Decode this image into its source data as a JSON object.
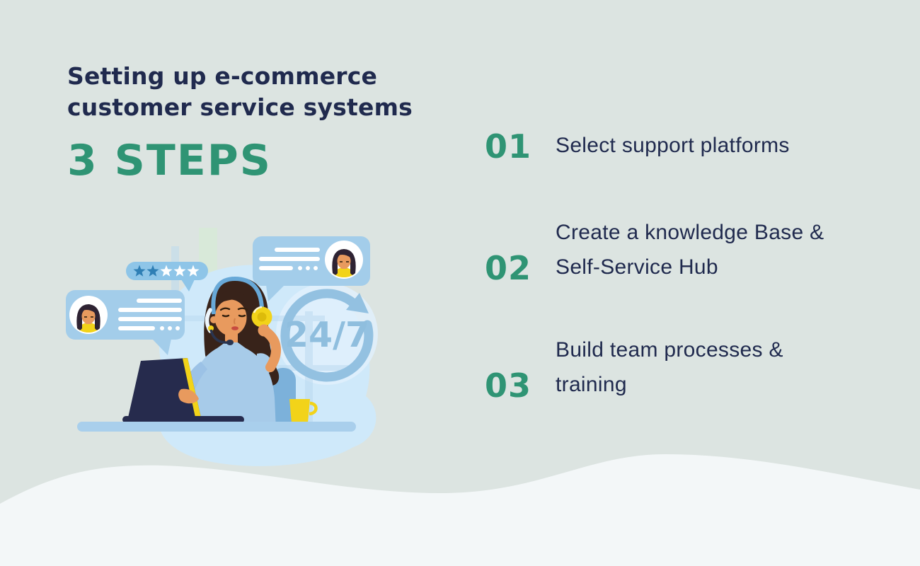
{
  "header": {
    "title_line1": "Setting up e-commerce",
    "title_line2": "customer service systems",
    "subtitle": "3 STEPS"
  },
  "steps": [
    {
      "number": "01",
      "label": "Select support platforms",
      "lines": [
        "Select support platforms"
      ]
    },
    {
      "number": "02",
      "label": "Create a knowledge Base & Self-Service Hub",
      "lines": [
        "Create a knowledge Base &",
        "Self-Service Hub"
      ]
    },
    {
      "number": "03",
      "label": "Build team processes & training",
      "lines": [
        "Build team processes &",
        "training"
      ]
    }
  ],
  "illustration": {
    "badge_text": "24/7",
    "rating": {
      "filled_stars": 2,
      "total_stars": 5
    },
    "elements": [
      "support-agent-with-headset",
      "laptop",
      "desk",
      "coffee-mug",
      "customer-chat-bubble-left",
      "customer-chat-bubble-right",
      "star-rating-bubble",
      "24-7-availability-badge"
    ]
  },
  "colors": {
    "background": "#dce4e1",
    "wave": "#f3f7f8",
    "navy": "#202a4e",
    "green": "#2f9474",
    "blob": "#cfe9fa",
    "bubble": "#a3cdea",
    "bubble_deep": "#8ec5e8",
    "badge_blue": "#8fbede",
    "yellow": "#f2d319",
    "skin": "#e89a5e",
    "hair": "#38231a",
    "shirt": "#a7cbe9",
    "laptop": "#262b4d",
    "desk": "#a9cfec",
    "chair": "#7cb1da",
    "mint": "#d8e9d9",
    "star_filled": "#2f7fb5",
    "star_empty": "#ffffff"
  }
}
